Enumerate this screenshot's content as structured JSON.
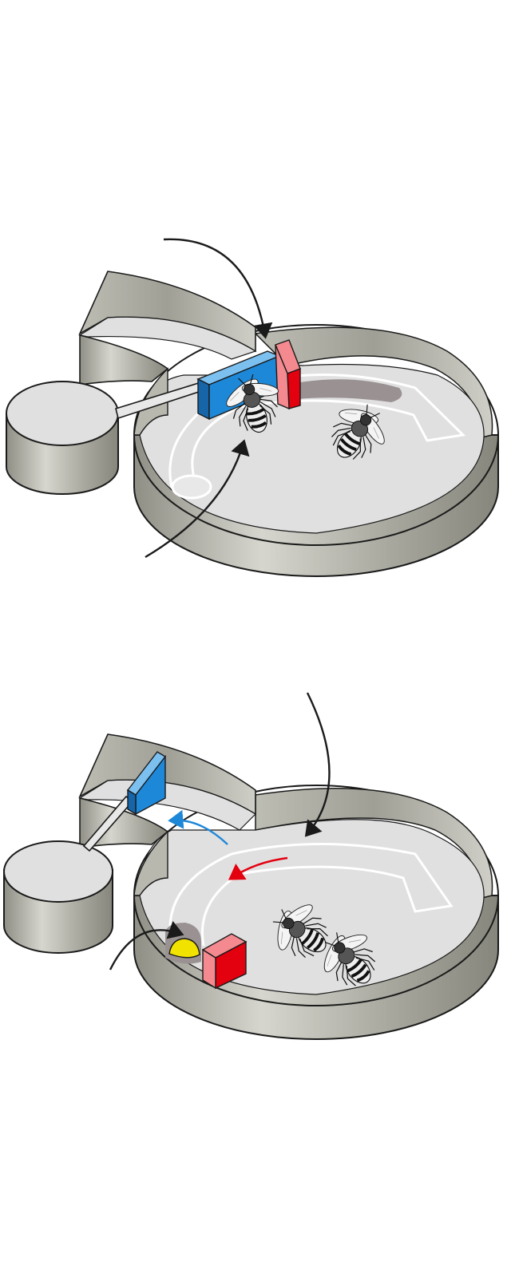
{
  "colors": {
    "background": "#ffffff",
    "wall_light": "#d2d2ca",
    "wall_mid": "#a9a99f",
    "wall_dark": "#86867c",
    "floor": "#e0e0e0",
    "outline": "#1a1a1a",
    "track": "#ffffff",
    "hollow": "#9a9292",
    "blue_block": "#1e88d8",
    "blue_block_top": "#7cc0f0",
    "red_block": "#e3000f",
    "red_block_top": "#f48a90",
    "yellow_token": "#f2e200",
    "arrow_black": "#1a1a1a",
    "arrow_blue": "#1e88d8",
    "arrow_red": "#e3000f"
  },
  "icons": {
    "bee": "honeybee-icon",
    "token": "sugar-token-icon"
  },
  "panels": [
    {
      "id": "top",
      "bees": 2,
      "labels": []
    },
    {
      "id": "bottom",
      "bees": 2,
      "labels": []
    }
  ]
}
